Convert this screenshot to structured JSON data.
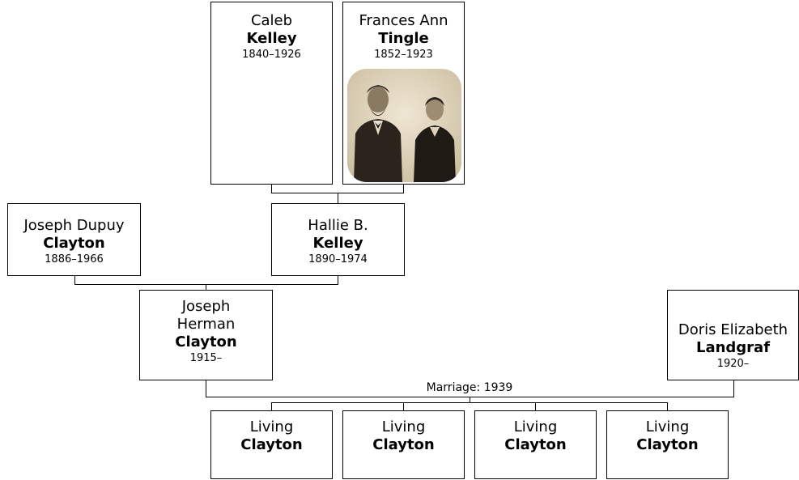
{
  "people": {
    "caleb": {
      "given": "Caleb",
      "surname": "Kelley",
      "dates": "1840–1926"
    },
    "frances": {
      "given": "Frances Ann",
      "surname": "Tingle",
      "dates": "1852–1923",
      "photo": "portrait-photo"
    },
    "joseph_dupuy": {
      "given": "Joseph Dupuy",
      "surname": "Clayton",
      "dates": "1886–1966"
    },
    "hallie": {
      "given": "Hallie B.",
      "surname": "Kelley",
      "dates": "1890–1974"
    },
    "joseph_herman": {
      "given_line1": "Joseph",
      "given_line2": "Herman",
      "surname": "Clayton",
      "dates": "1915–"
    },
    "doris": {
      "given": "Doris Elizabeth",
      "surname": "Landgraf",
      "dates": "1920–"
    },
    "children": [
      {
        "given": "Living",
        "surname": "Clayton"
      },
      {
        "given": "Living",
        "surname": "Clayton"
      },
      {
        "given": "Living",
        "surname": "Clayton"
      },
      {
        "given": "Living",
        "surname": "Clayton"
      }
    ]
  },
  "marriage_label": "Marriage: 1939",
  "colors": {
    "line": "#000000",
    "box_border": "#000000",
    "background": "#ffffff"
  }
}
